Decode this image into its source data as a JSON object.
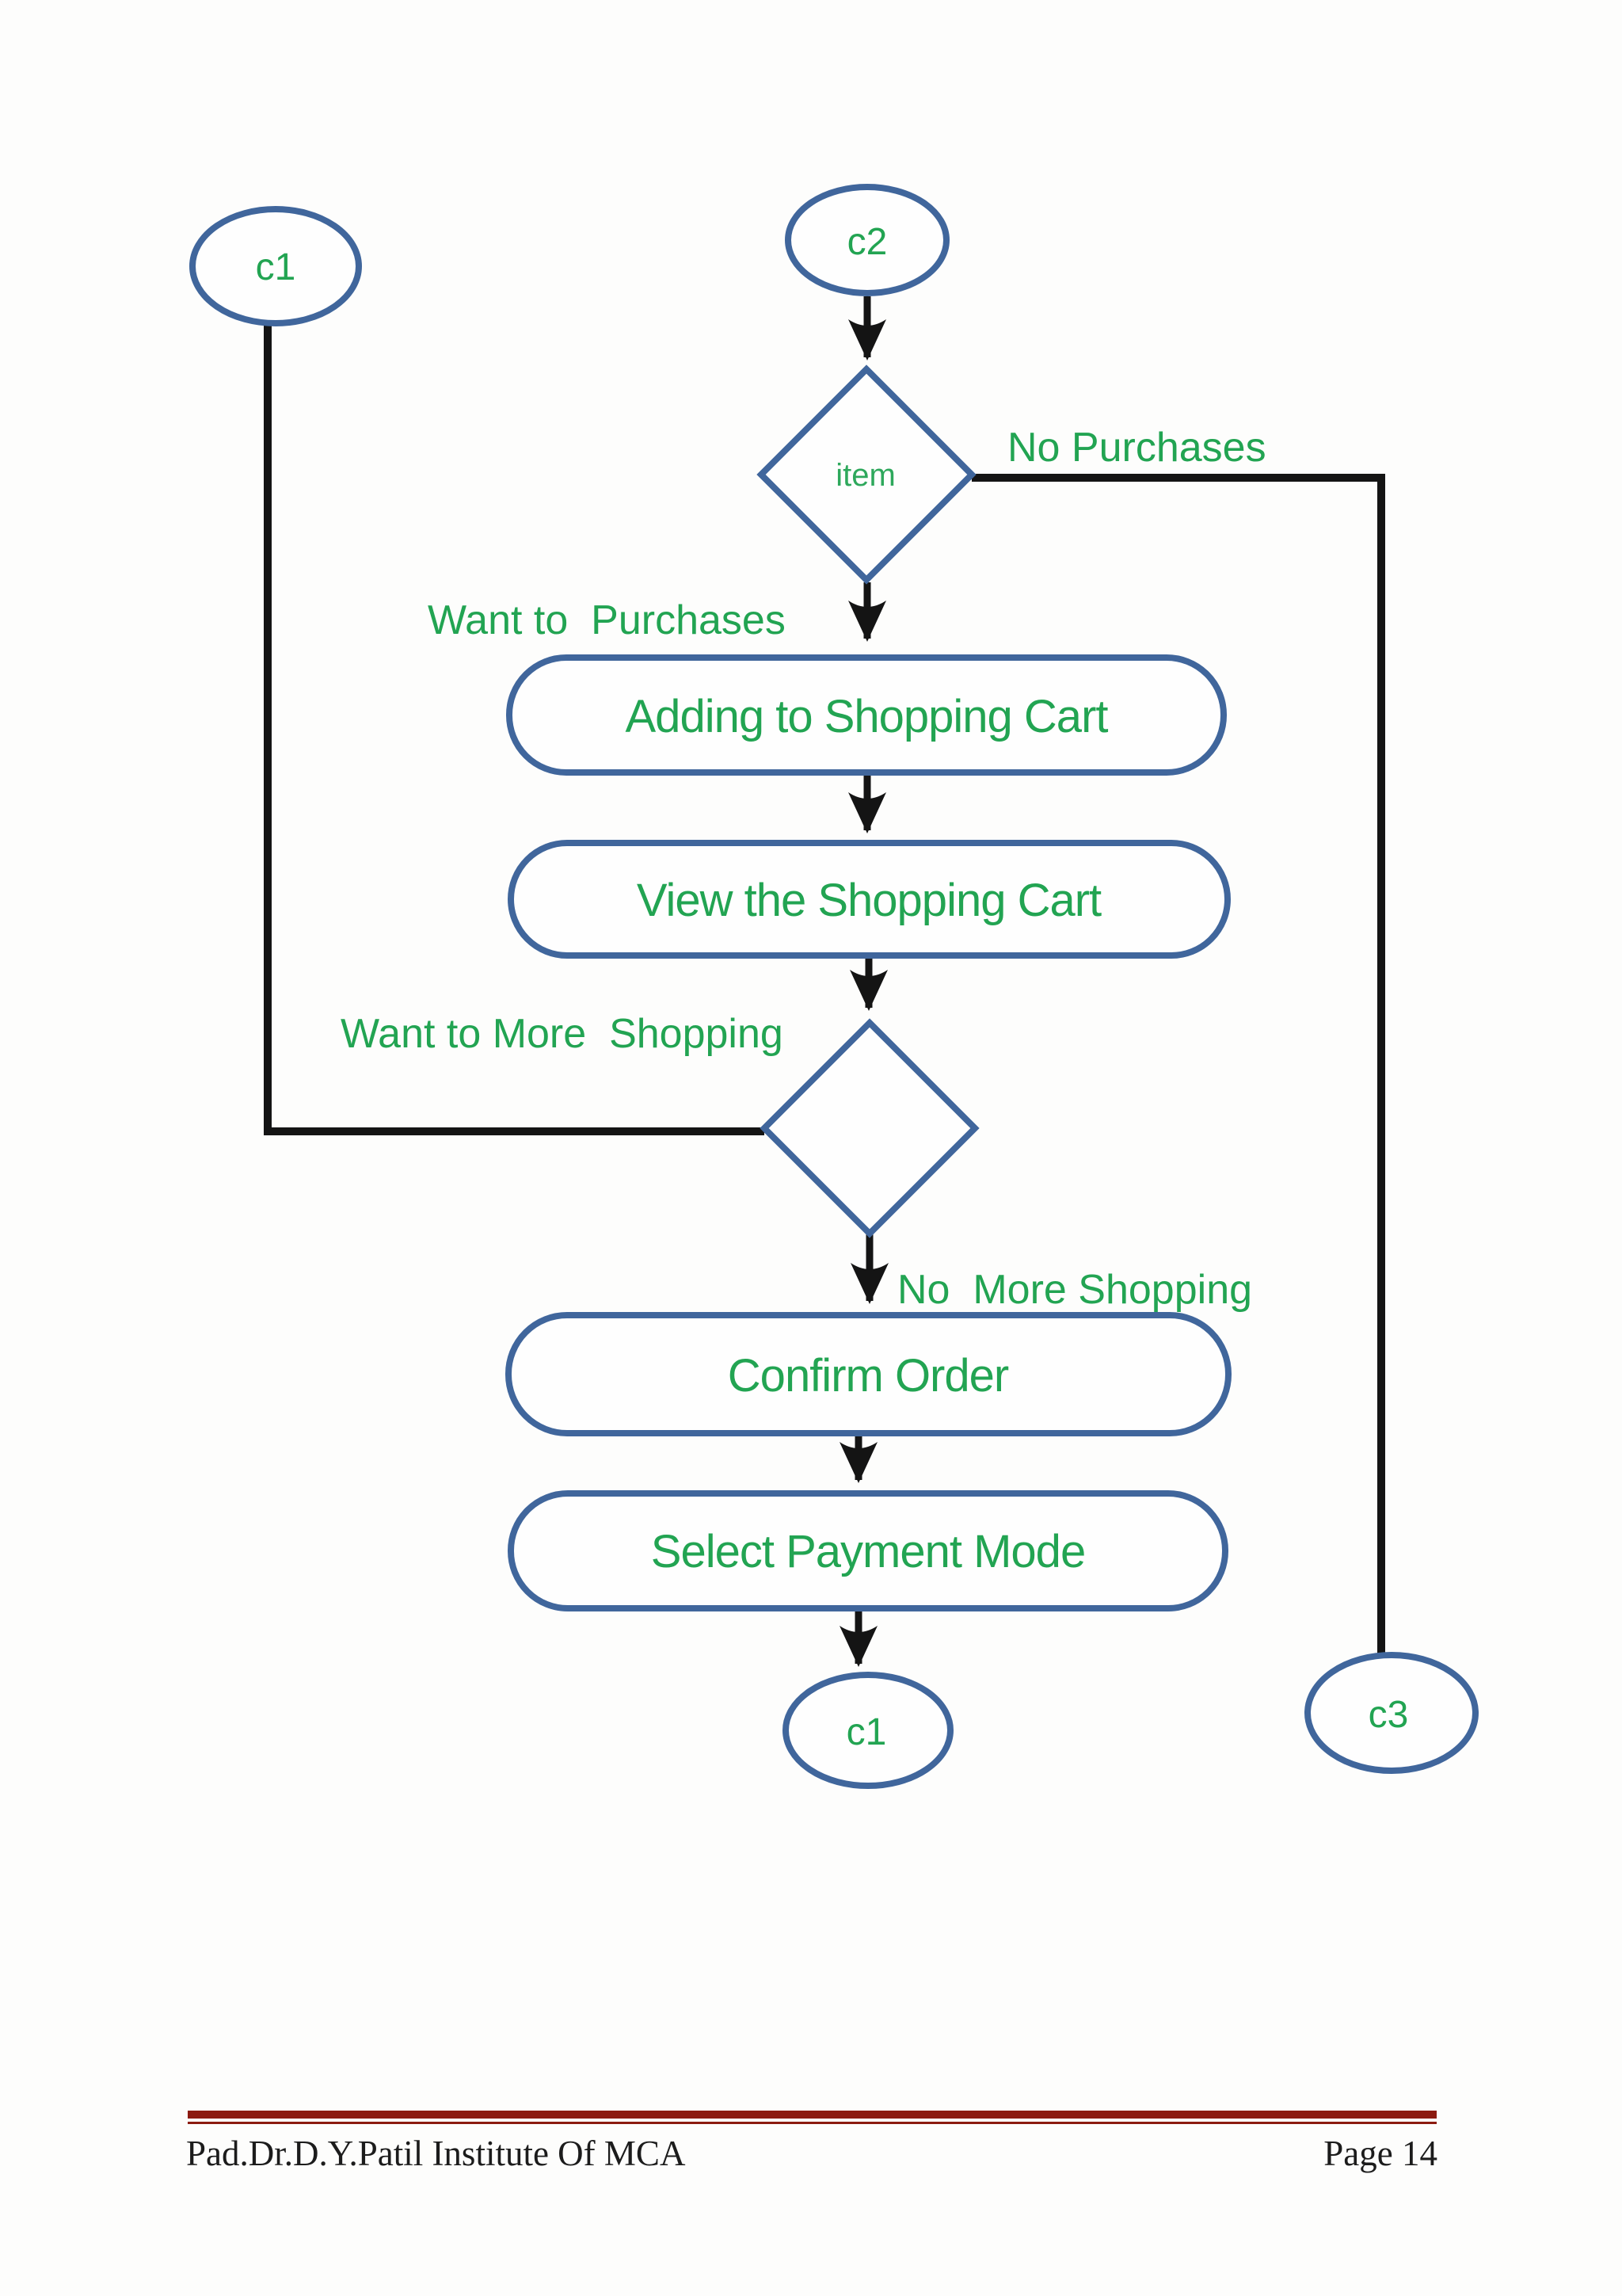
{
  "footer": {
    "institute": "Pad.Dr.D.Y.Patil Institute Of MCA",
    "page_number": "Page 14"
  },
  "colors": {
    "shape_stroke": "#40669c",
    "label_green": "#22a452",
    "flow_line": "#141414",
    "footer_rule": "#8c1b10"
  },
  "flowchart": {
    "connectors": {
      "c1_top": "c1",
      "c2": "c2",
      "c1_bottom": "c1",
      "c3": "c3"
    },
    "decisions": {
      "item": "item"
    },
    "processes": {
      "adding_cart": "Adding to Shopping Cart",
      "view_cart": "View the Shopping Cart",
      "confirm_order": "Confirm Order",
      "select_payment": "Select Payment Mode"
    },
    "edges": {
      "no_purchases": "No Purchases",
      "want_purchases": "Want to  Purchases",
      "want_more_shopping": "Want to More  Shopping",
      "no_more_shopping": "No  More Shopping"
    }
  }
}
